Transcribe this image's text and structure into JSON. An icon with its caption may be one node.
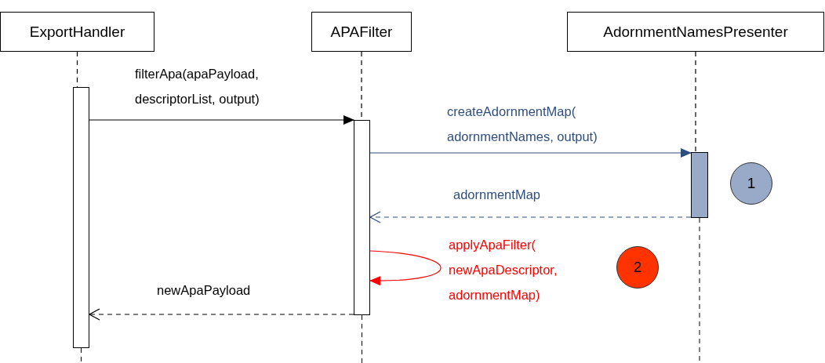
{
  "diagram": {
    "nodes": [
      {
        "text": [
          "ExportHandler"
        ]
      },
      {
        "text": [
          "APAFilter"
        ]
      },
      {
        "text": [
          "AdornmentNamesPresenter"
        ]
      },
      {
        "text": [],
        "shape": "bar"
      },
      {
        "text": [],
        "shape": "bar"
      },
      {
        "text": [],
        "shape": "bar"
      },
      {
        "text": [
          "1"
        ]
      },
      {
        "text": [
          "2"
        ]
      }
    ],
    "edges": [
      {
        "from": 0,
        "to": 3,
        "arrow": "none",
        "style": "dashed"
      },
      {
        "from": 1,
        "to": 4,
        "arrow": "none",
        "style": "dashed"
      },
      {
        "from": 2,
        "to": 5,
        "arrow": "none",
        "style": "dashed"
      },
      {
        "from": 3,
        "to": 4,
        "arrow": "to",
        "label": "filterApa(apaPayload, descriptorList, output)"
      },
      {
        "from": 4,
        "to": 5,
        "arrow": "to",
        "label": "createAdornmentMap( adornmentNames, output)",
        "color": "#2f4e7e"
      },
      {
        "from": 5,
        "to": 4,
        "arrow": "to",
        "label": "adornmentMap",
        "style": "dashed",
        "color": "#2f4e7e"
      },
      {
        "from": 4,
        "to": 4,
        "arrow": "to",
        "label": "applyApaFilter( newApaDescriptor, adornmentMap)",
        "color": "#ff0000"
      },
      {
        "from": 4,
        "to": 3,
        "arrow": "to",
        "label": "newApaPayload",
        "style": "dashed"
      }
    ]
  }
}
